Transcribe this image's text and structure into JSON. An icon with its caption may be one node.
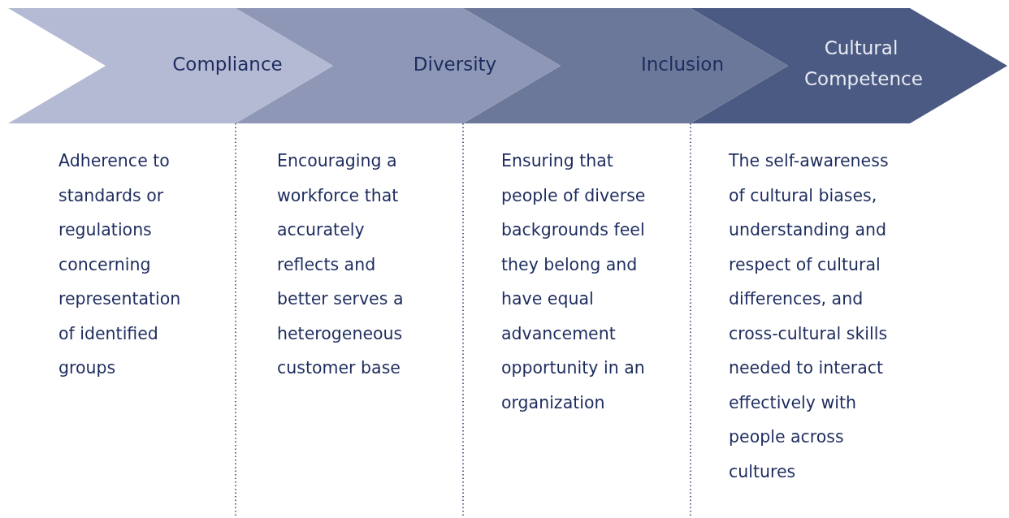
{
  "diagram": {
    "nodes": [
      {
        "text": [
          "Compliance"
        ],
        "beside": [
          "Adherence to standards or regulations concerning representation of identified groups"
        ]
      },
      {
        "text": [
          "Diversity"
        ],
        "beside": [
          "Encouraging a workforce that accurately reflects and better serves a heterogeneous customer base"
        ]
      },
      {
        "text": [
          "Inclusion"
        ],
        "beside": [
          "Ensuring that people of diverse backgrounds feel they belong and have equal advancement opportunity in an organization"
        ]
      },
      {
        "text": [
          "Cultural Competence"
        ],
        "beside": [
          "The self-awareness of cultural biases, understanding and respect of cultural differences, and cross-cultural skills needed to interact effectively with people across cultures"
        ]
      }
    ]
  }
}
